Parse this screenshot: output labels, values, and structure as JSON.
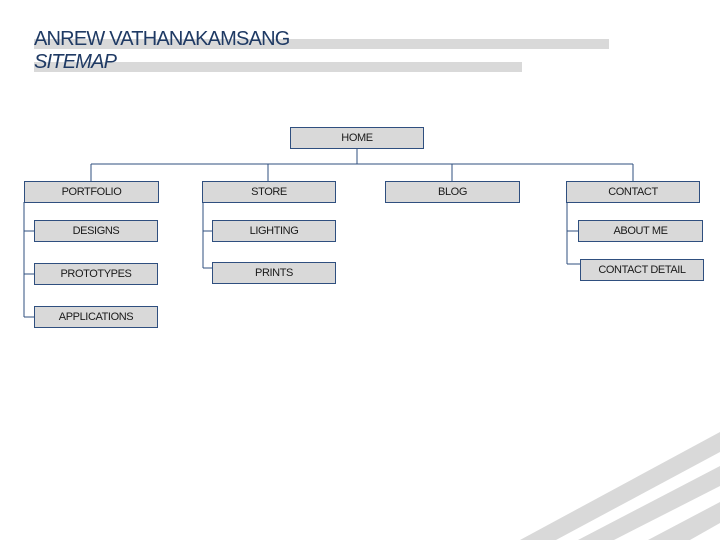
{
  "header": {
    "name": "ANREW VATHANAKAMSANG",
    "subtitle": "SITEMAP"
  },
  "sitemap": {
    "root": "HOME",
    "sections": {
      "portfolio": {
        "label": "PORTFOLIO",
        "children": [
          "DESIGNS",
          "PROTOTYPES",
          "APPLICATIONS"
        ]
      },
      "store": {
        "label": "STORE",
        "children": [
          "LIGHTING",
          "PRINTS"
        ]
      },
      "blog": {
        "label": "BLOG",
        "children": []
      },
      "contact": {
        "label": "CONTACT",
        "children": [
          "ABOUT ME",
          "CONTACT DETAIL"
        ]
      }
    }
  },
  "colors": {
    "title": "#1f3a64",
    "node_fill": "#d9d9d9",
    "node_border": "#2f4f7f",
    "decor_stripe": "#d9d9d9"
  }
}
